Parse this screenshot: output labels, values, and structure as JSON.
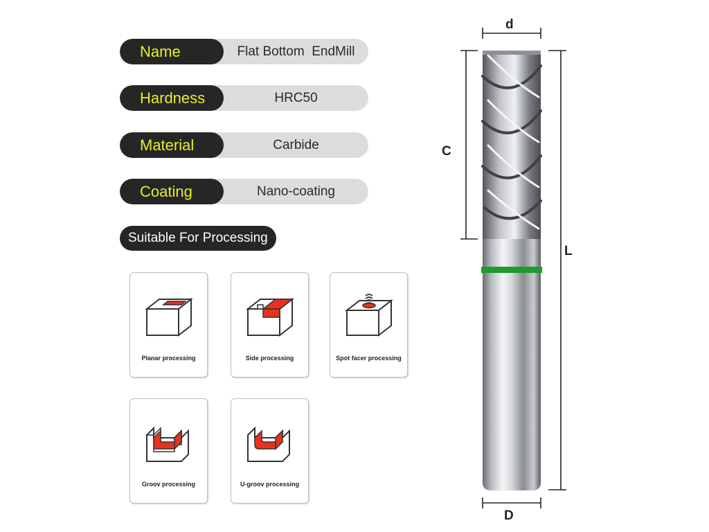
{
  "specs": [
    {
      "label": "Name",
      "value": "Flat Bottom  EndMill"
    },
    {
      "label": "Hardness",
      "value": "HRC50"
    },
    {
      "label": "Material",
      "value": "Carbide"
    },
    {
      "label": "Coating",
      "value": "Nano-coating"
    }
  ],
  "suitable_heading": "Suitable For Processing",
  "processes": [
    {
      "label": "Planar processing",
      "icon": "planar-processing-icon"
    },
    {
      "label": "Side processing",
      "icon": "side-processing-icon"
    },
    {
      "label": "Spot facer processing",
      "icon": "spot-facer-processing-icon"
    },
    {
      "label": "Groov processing",
      "icon": "groove-processing-icon"
    },
    {
      "label": "U-groov processing",
      "icon": "u-groove-processing-icon"
    }
  ],
  "dimensions": {
    "d": "d",
    "C": "C",
    "L": "L",
    "D": "D"
  },
  "colors": {
    "pill_dark": "#262626",
    "pill_light": "#dcdcdc",
    "label_text": "#e3f02a",
    "highlight": "#e8321e",
    "ring": "#1f9a2e"
  }
}
